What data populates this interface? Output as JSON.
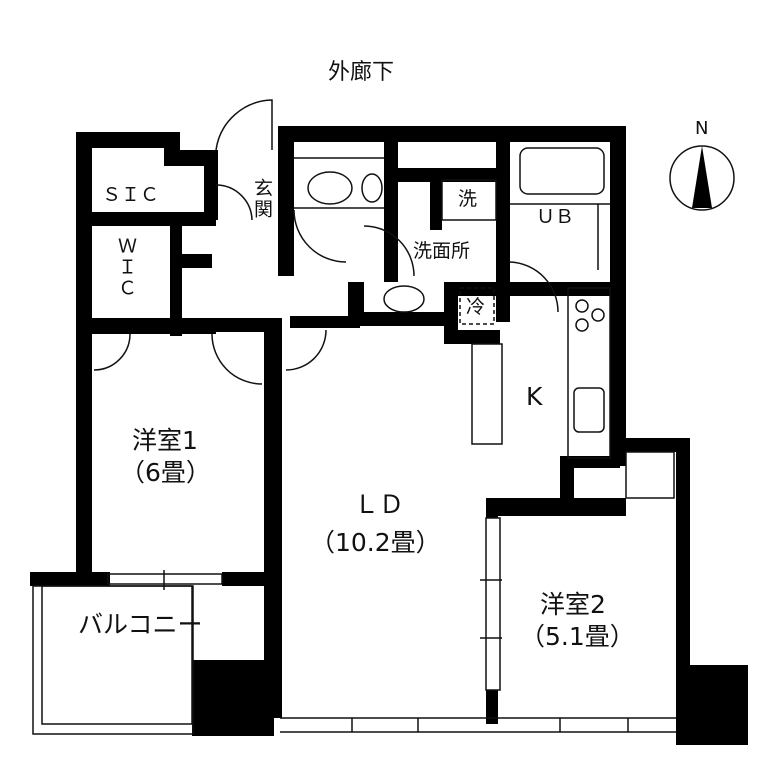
{
  "plan": {
    "corridor_label": "外廊下",
    "compass_label": "N",
    "rooms": {
      "sic": "ＳＩＣ",
      "wic": "ＷＩＣ",
      "entrance": "玄関",
      "washer": "洗",
      "washroom": "洗面所",
      "unit_bath": "ＵＢ",
      "fridge": "冷",
      "kitchen": "K",
      "bedroom1_name": "洋室1",
      "bedroom1_size": "（6畳）",
      "ld_name": "ＬＤ",
      "ld_size": "（10.2畳）",
      "bedroom2_name": "洋室2",
      "bedroom2_size": "（5.1畳）",
      "balcony": "バルコニー"
    },
    "colors": {
      "wall": "#000000",
      "background": "#ffffff",
      "line": "#111111"
    }
  }
}
